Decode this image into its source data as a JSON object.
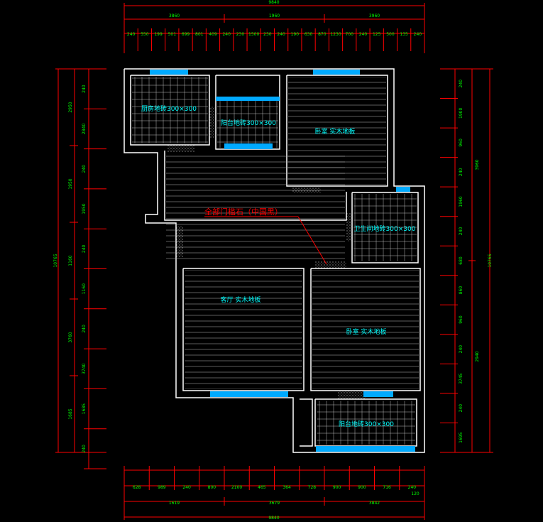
{
  "rooms": {
    "kitchen": "厨房地砖300×300",
    "balcony_top": "阳台地砖300×300",
    "bedroom_top": "卧室  实木地板",
    "bathroom": "卫生间地砖300×300",
    "living": "客厅  实木地板",
    "bedroom_bottom": "卧室  实木地板",
    "balcony_bottom": "阳台地砖300×300"
  },
  "note": "全部门槛石（中国黑）",
  "dims": {
    "top_total": "9840",
    "top_seg": [
      "3860",
      "1960",
      "3960"
    ],
    "top_detail": [
      "240",
      "550",
      "199",
      "501",
      "699",
      "801",
      "409",
      "240",
      "230",
      "1500",
      "230",
      "240",
      "190",
      "630",
      "870",
      "1230",
      "700",
      "240",
      "125",
      "500",
      "135",
      "240"
    ],
    "bottom_total": "9840",
    "bottom_seg": [
      "1619",
      "3679",
      "3842"
    ],
    "bottom_detail": [
      "628",
      "989",
      "240",
      "800",
      "2100",
      "465",
      "364",
      "728",
      "900",
      "900",
      "716",
      "240"
    ],
    "bottom_small": "120",
    "left_total": "10765",
    "left_outer": [
      "240",
      "2840",
      "240",
      "1950",
      "240",
      "1160",
      "240",
      "3740",
      "1685",
      "240"
    ],
    "left_inner": [
      "2950",
      "1950",
      "1160",
      "3760",
      "1685"
    ],
    "right_total": "10765",
    "right_outer": [
      "240",
      "1900",
      "960",
      "240",
      "1960",
      "240",
      "680",
      "860",
      "960",
      "240",
      "3745",
      "240",
      "1695"
    ],
    "right_inner": [
      "3960",
      "2940"
    ]
  }
}
